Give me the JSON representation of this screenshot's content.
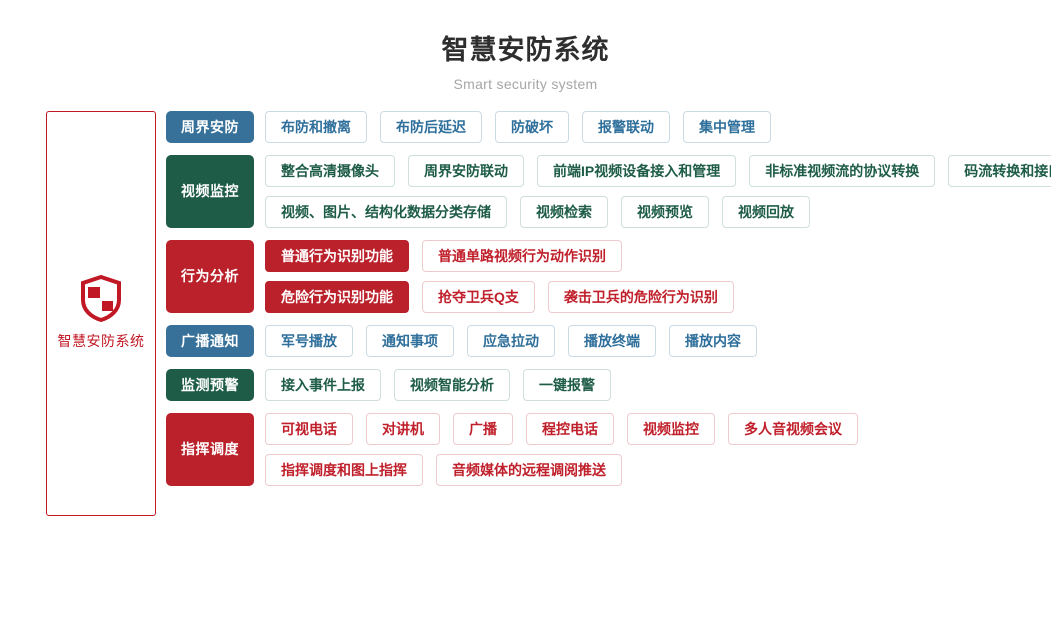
{
  "header": {
    "title": "智慧安防系统",
    "subtitle": "Smart security system"
  },
  "root": {
    "label": "智慧安防系统",
    "icon": "shield-icon",
    "border_color": "#c01824",
    "text_color": "#c01824"
  },
  "palette": {
    "blue": "#37719a",
    "green": "#1e5c48",
    "red": "#bb212b"
  },
  "rows": [
    {
      "category": "周界安防",
      "color": "blue",
      "lines": [
        [
          {
            "label": "布防和撤离",
            "style": "outline"
          },
          {
            "label": "布防后延迟",
            "style": "outline"
          },
          {
            "label": "防破坏",
            "style": "outline"
          },
          {
            "label": "报警联动",
            "style": "outline"
          },
          {
            "label": "集中管理",
            "style": "outline"
          }
        ]
      ]
    },
    {
      "category": "视频监控",
      "color": "green",
      "lines": [
        [
          {
            "label": "整合高清摄像头",
            "style": "outline"
          },
          {
            "label": "周界安防联动",
            "style": "outline"
          },
          {
            "label": "前端IP视频设备接入和管理",
            "style": "outline"
          },
          {
            "label": "非标准视频流的协议转换",
            "style": "outline"
          },
          {
            "label": "码流转换和接口转换",
            "style": "outline"
          }
        ],
        [
          {
            "label": "视频、图片、结构化数据分类存储",
            "style": "outline"
          },
          {
            "label": "视频检索",
            "style": "outline"
          },
          {
            "label": "视频预览",
            "style": "outline"
          },
          {
            "label": "视频回放",
            "style": "outline"
          }
        ]
      ]
    },
    {
      "category": "行为分析",
      "color": "red",
      "lines": [
        [
          {
            "label": "普通行为识别功能",
            "style": "solid"
          },
          {
            "label": "普通单路视频行为动作识别",
            "style": "outline"
          }
        ],
        [
          {
            "label": "危险行为识别功能",
            "style": "solid"
          },
          {
            "label": "抢夺卫兵Q支",
            "style": "outline"
          },
          {
            "label": "袭击卫兵的危险行为识别",
            "style": "outline"
          }
        ]
      ]
    },
    {
      "category": "广播通知",
      "color": "blue",
      "lines": [
        [
          {
            "label": "军号播放",
            "style": "outline"
          },
          {
            "label": "通知事项",
            "style": "outline"
          },
          {
            "label": "应急拉动",
            "style": "outline"
          },
          {
            "label": "播放终端",
            "style": "outline"
          },
          {
            "label": "播放内容",
            "style": "outline"
          }
        ]
      ]
    },
    {
      "category": "监测预警",
      "color": "green",
      "lines": [
        [
          {
            "label": "接入事件上报",
            "style": "outline"
          },
          {
            "label": "视频智能分析",
            "style": "outline"
          },
          {
            "label": "一键报警",
            "style": "outline"
          }
        ]
      ]
    },
    {
      "category": "指挥调度",
      "color": "red",
      "lines": [
        [
          {
            "label": "可视电话",
            "style": "outline"
          },
          {
            "label": "对讲机",
            "style": "outline"
          },
          {
            "label": "广播",
            "style": "outline"
          },
          {
            "label": "程控电话",
            "style": "outline"
          },
          {
            "label": "视频监控",
            "style": "outline"
          },
          {
            "label": "多人音视频会议",
            "style": "outline"
          }
        ],
        [
          {
            "label": "指挥调度和图上指挥",
            "style": "outline"
          },
          {
            "label": "音频媒体的远程调阅推送",
            "style": "outline"
          }
        ]
      ]
    }
  ]
}
